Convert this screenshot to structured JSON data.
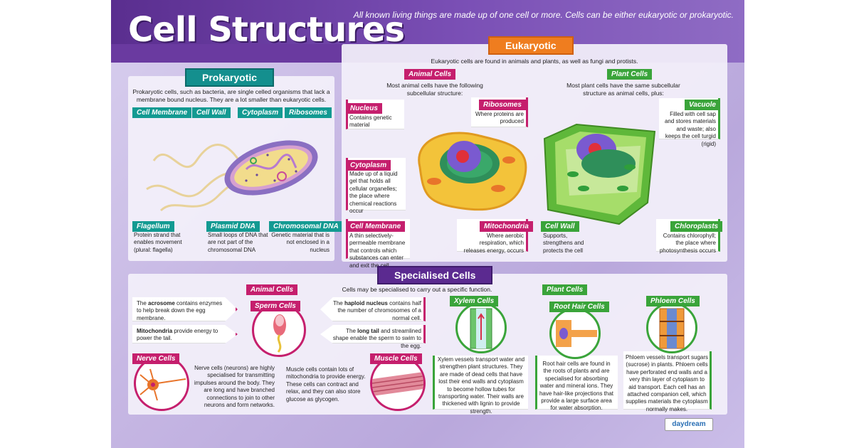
{
  "header": {
    "title": "Cell Structures",
    "subtitle": "All known living things are made up of one cell or more. Cells can be either eukaryotic or prokaryotic."
  },
  "prokaryotic": {
    "heading": "Prokaryotic",
    "intro": "Prokaryotic cells, such as bacteria, are single celled organisms that lack a membrane bound nucleus. They are a lot smaller than eukaryotic cells.",
    "labels": {
      "cell_membrane": "Cell Membrane",
      "cell_wall": "Cell Wall",
      "cytoplasm": "Cytoplasm",
      "ribosomes": "Ribosomes"
    },
    "flagellum": {
      "label": "Flagellum",
      "text": "Protein strand that enables movement (plural: flagella)"
    },
    "plasmid": {
      "label": "Plasmid DNA",
      "text": "Small loops of DNA that are not part of the chromosomal DNA"
    },
    "chromosomal": {
      "label": "Chromosomal DNA",
      "text": "Genetic material that is not enclosed in a nucleus"
    }
  },
  "eukaryotic": {
    "heading": "Eukaryotic",
    "intro": "Eukaryotic cells are found in animals and plants, as well as fungi and protists.",
    "animal": {
      "tag": "Animal Cells",
      "intro": "Most animal cells have the following subcellular structure:"
    },
    "plant": {
      "tag": "Plant Cells",
      "intro": "Most plant cells have the same subcellular structure as animal cells, plus:"
    },
    "nucleus": {
      "label": "Nucleus",
      "text": "Contains genetic material"
    },
    "ribosomes": {
      "label": "Ribosomes",
      "text": "Where proteins are produced"
    },
    "cytoplasm": {
      "label": "Cytoplasm",
      "text": "Made up of a liquid gel that holds all cellular organelles; the place where chemical reactions occur"
    },
    "membrane": {
      "label": "Cell Membrane",
      "text": "A thin selectively-permeable membrane that controls which substances can enter and exit the cell"
    },
    "mitochondria": {
      "label": "Mitochondria",
      "text": "Where aerobic respiration, which releases energy, occurs"
    },
    "vacuole": {
      "label": "Vacuole",
      "text": "Filled with cell sap and stores materials and waste; also keeps the cell turgid (rigid)"
    },
    "cell_wall": {
      "label": "Cell Wall",
      "text": "Supports, strengthens and protects the cell"
    },
    "chloroplasts": {
      "label": "Chloroplasts",
      "text": "Contains chlorophyll; the place where photosynthesis occurs"
    }
  },
  "specialised": {
    "heading": "Specialised Cells",
    "intro": "Cells may be specialised to carry out a specific function.",
    "animal_tag": "Animal Cells",
    "plant_tag": "Plant Cells",
    "sperm": {
      "label": "Sperm Cells",
      "acrosome_pre": "The ",
      "acrosome_bold": "acrosome",
      "acrosome_post": " contains enzymes to help break down the egg membrane.",
      "mito_bold": "Mitochondria",
      "mito_post": " provide energy to power the tail.",
      "haploid_pre": "The ",
      "haploid_bold": "haploid nucleus",
      "haploid_post": " contains half the number of chromosomes of a normal cell.",
      "tail_pre": "The ",
      "tail_bold": "long tail",
      "tail_post": " and streamlined shape enable the sperm to swim to the egg."
    },
    "nerve": {
      "label": "Nerve Cells",
      "text": "Nerve cells (neurons) are highly specialised for transmitting impulses around the body. They are long and have branched connections to join to other neurons and form networks."
    },
    "muscle": {
      "label": "Muscle Cells",
      "text": "Muscle cells contain lots of mitochondria to provide energy. These cells can contract and relax, and they can also store glucose as glycogen."
    },
    "xylem": {
      "label": "Xylem Cells",
      "text": "Xylem vessels transport water and strengthen plant structures. They are made of dead cells that have lost their end walls and cytoplasm to become hollow tubes for transporting water. Their walls are thickened with lignin to provide strength."
    },
    "root_hair": {
      "label": "Root Hair Cells",
      "text": "Root hair cells are found in the roots of plants and are specialised for absorbing water and mineral ions. They have hair-like projections that provide a large surface area for water absorption."
    },
    "phloem": {
      "label": "Phloem Cells",
      "text": "Phloem vessels transport sugars (sucrose) in plants. Phloem cells have perforated end walls and a very thin layer of cytoplasm to aid transport. Each cell has an attached companion cell, which supplies materials the cytoplasm normally makes."
    }
  },
  "logo": "daydream"
}
